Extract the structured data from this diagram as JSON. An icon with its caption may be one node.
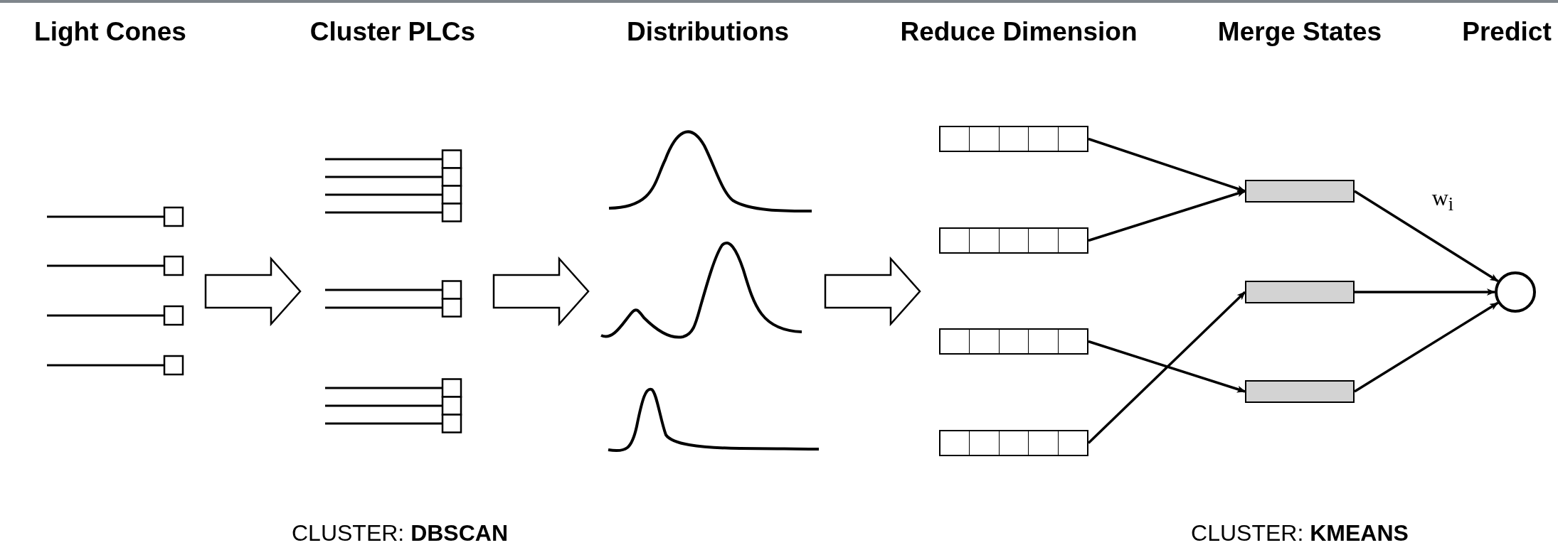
{
  "diagram": {
    "nodes": [
      {
        "text": [],
        "shape": "box"
      },
      {
        "text": [],
        "shape": "box"
      },
      {
        "text": [],
        "shape": "box"
      },
      {
        "text": [],
        "shape": "box"
      },
      {
        "text": [],
        "shape": "bar"
      },
      {
        "text": [],
        "shape": "bar"
      },
      {
        "text": [],
        "shape": "bar"
      },
      {
        "text": [],
        "shape": "circle"
      }
    ],
    "edges": [
      {
        "from": 0,
        "to": 4,
        "arrow": "to"
      },
      {
        "from": 1,
        "to": 4,
        "arrow": "to"
      },
      {
        "from": 2,
        "to": 6,
        "arrow": "to"
      },
      {
        "from": 3,
        "to": 5,
        "arrow": "to"
      },
      {
        "from": 4,
        "to": 7,
        "arrow": "to",
        "label": "w$_{i}$"
      },
      {
        "from": 5,
        "to": 7,
        "arrow": "to"
      },
      {
        "from": 6,
        "to": 7,
        "arrow": "to"
      }
    ],
    "labels": [
      "Light Cones",
      "Cluster PLCs",
      "Distributions",
      "Reduce Dimension",
      "Merge States",
      "Predict",
      "CLUSTER: **DBSCAN**",
      "CLUSTER: **KMEANS**"
    ]
  }
}
